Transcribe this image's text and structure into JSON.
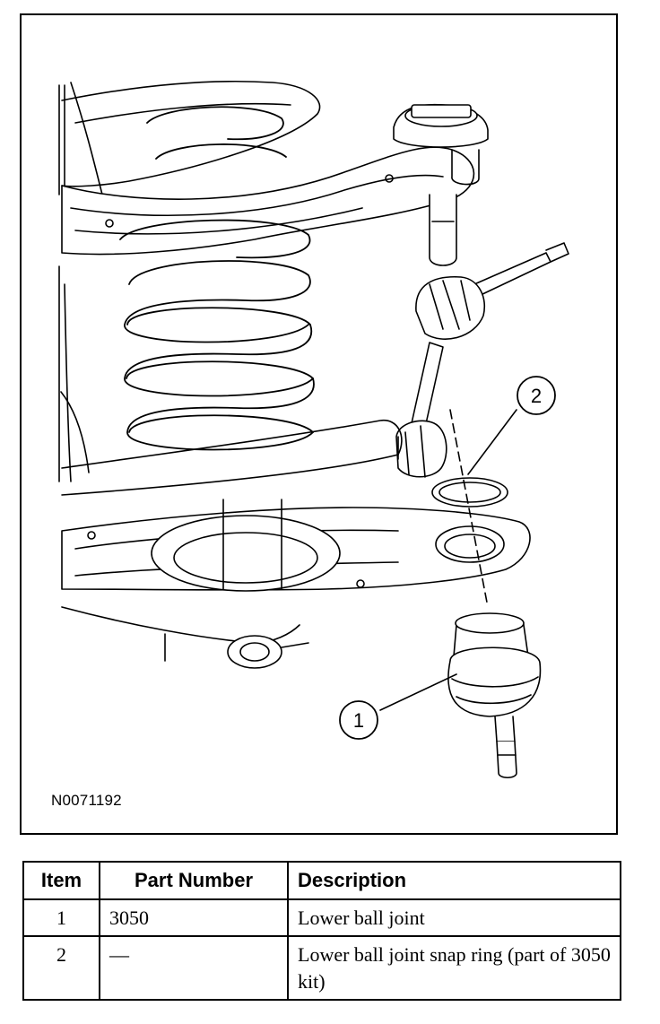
{
  "figure": {
    "id": "N0071192",
    "callouts": [
      "1",
      "2"
    ]
  },
  "parts_table": {
    "headers": [
      "Item",
      "Part Number",
      "Description"
    ],
    "rows": [
      {
        "item": "1",
        "part_number": "3050",
        "description": "Lower ball joint"
      },
      {
        "item": "2",
        "part_number": "—",
        "description": "Lower ball joint snap ring (part of 3050 kit)"
      }
    ]
  }
}
